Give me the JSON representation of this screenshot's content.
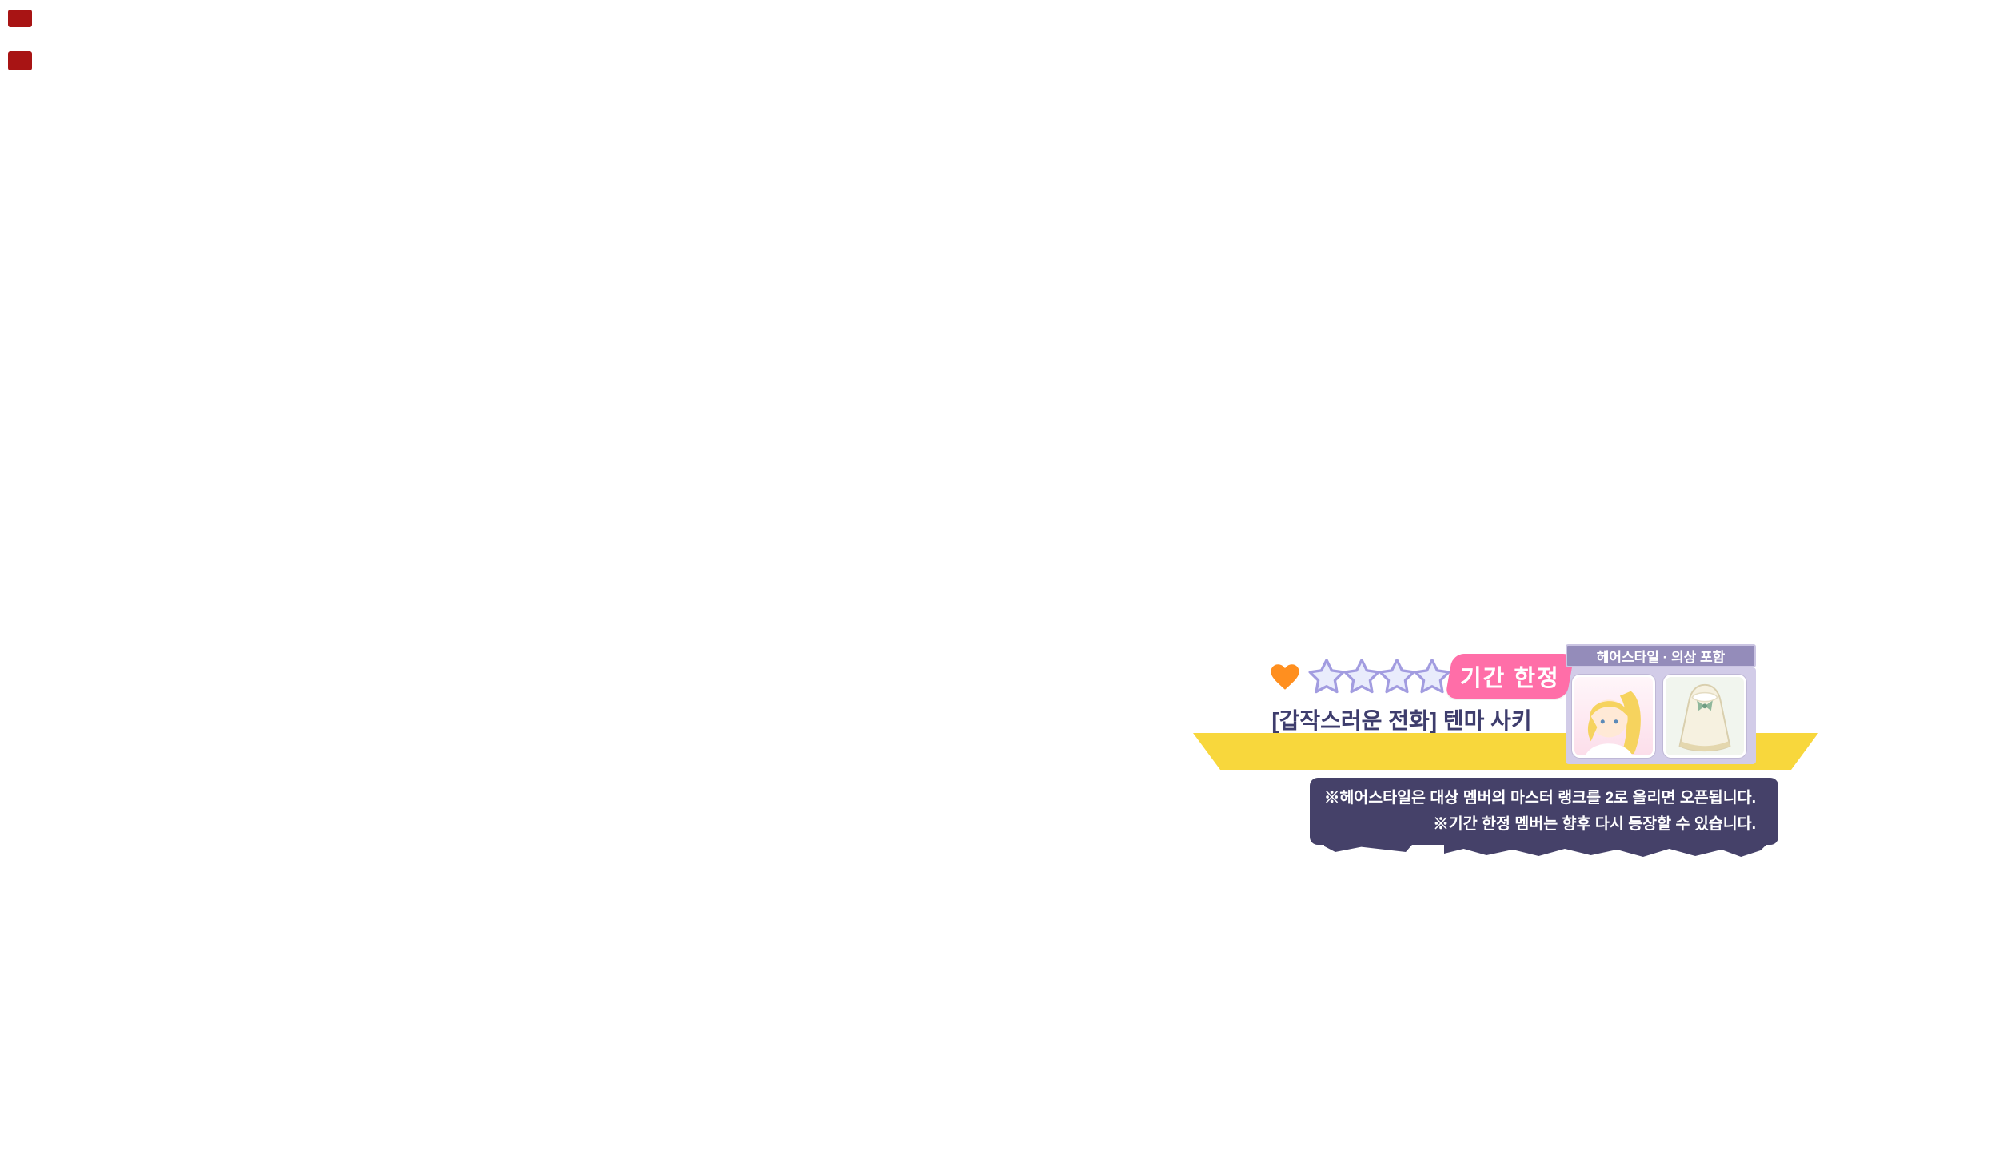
{
  "gacha_banner": {
    "rarity": {
      "heart_icon": "orange-heart",
      "star_count": 4,
      "stars": [
        "star",
        "star",
        "star",
        "star"
      ]
    },
    "limited_badge_label": "기간 한정",
    "member_name": "[갑작스러운 전화] 텐마 사키",
    "includes_label": "헤어스타일 · 의상 포함",
    "thumbnails": {
      "portrait_icon": "member-portrait",
      "costume_icon": "costume-dress"
    },
    "notes": [
      "※헤어스타일은 대상 멤버의 마스터 랭크를 2로 올리면 오픈됩니다.",
      "※기간 한정 멤버는 향후 다시 등장할 수 있습니다."
    ],
    "colors": {
      "limited_badge": "#ff6ea8",
      "ribbon": "#f8d73c",
      "note_box": "#454169",
      "member_name_text": "#3e3d6d",
      "includes_label_bg": "#948cba",
      "heart": "#ff8f1f",
      "star_fill": "#e9ecfc",
      "star_outline": "#a29ce0"
    }
  }
}
